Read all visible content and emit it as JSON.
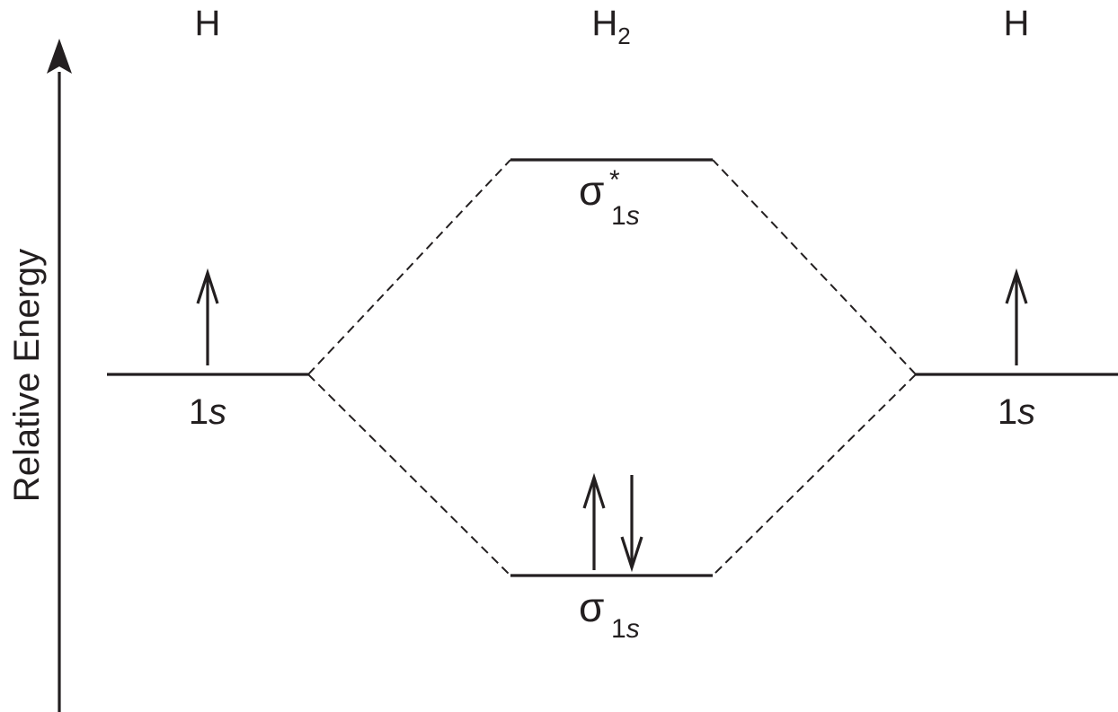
{
  "axis": {
    "label": "Relative Energy"
  },
  "columns": {
    "left": "H",
    "center_main": "H",
    "center_sub": "2",
    "right": "H"
  },
  "levels": {
    "left_atomic": {
      "number": "1",
      "letter": "s",
      "electrons": [
        "up"
      ]
    },
    "right_atomic": {
      "number": "1",
      "letter": "s",
      "electrons": [
        "up"
      ]
    },
    "antibonding": {
      "symbol": "σ",
      "superscript": "*",
      "sub_number": "1",
      "sub_letter": "s",
      "electrons": []
    },
    "bonding": {
      "symbol": "σ",
      "sub_number": "1",
      "sub_letter": "s",
      "electrons": [
        "up",
        "down"
      ]
    }
  }
}
